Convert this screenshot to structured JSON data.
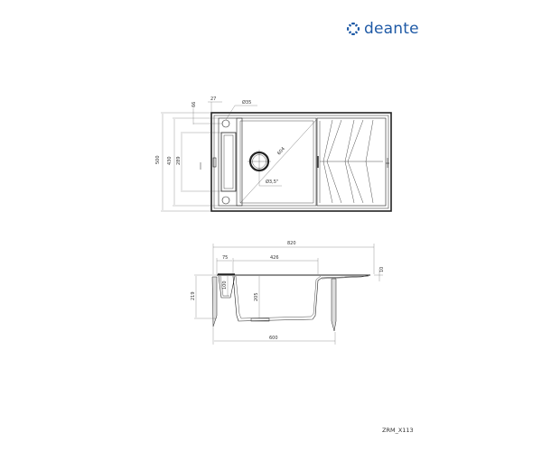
{
  "brand": {
    "name": "deante",
    "color": "#1f5aa6"
  },
  "document_code": "ZRM_X113",
  "top_view": {
    "dimensions": {
      "overall_depth": "500",
      "inner_depth": "430",
      "bowl_handle_depth": "289",
      "edge_offset": "66",
      "tap_hole_offset": "27",
      "tap_hole_diameter": "Ø35",
      "diagonal": "604",
      "drain_diameter": "Ø3,5\""
    }
  },
  "side_view": {
    "dimensions": {
      "overall_width": "820",
      "rim_to_bowl": "75",
      "bowl_width": "426",
      "drainer_thickness": "10",
      "total_height": "219",
      "bowl_depth": "205",
      "shelf_depth": "100",
      "cabinet_width": "600"
    }
  }
}
